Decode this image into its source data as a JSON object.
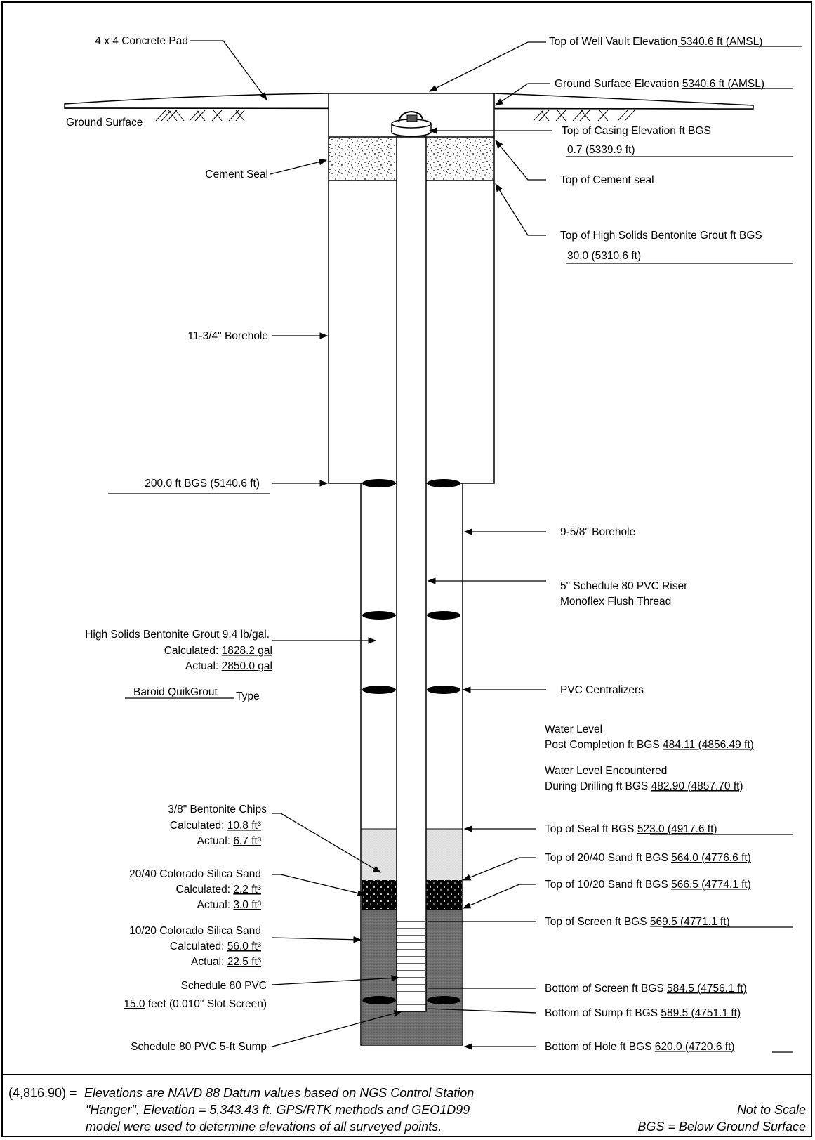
{
  "labels": {
    "concrete_pad": "4 x 4 Concrete Pad",
    "ground_surface": "Ground Surface",
    "cement_seal": "Cement Seal",
    "borehole_11": "11-3/4\" Borehole",
    "depth_200": "200.0 ft BGS (5140.6  ft)",
    "grout_title": "High Solids Bentonite Grout 9.4 lb/gal.",
    "grout_calc_label": "Calculated: ",
    "grout_calc_value": "1828.2 gal",
    "grout_actual_label": "Actual: ",
    "grout_actual_value": "2850.0 gal",
    "grout_type_value": "Baroid QuikGrout",
    "grout_type_label": "Type",
    "chips_title": "3/8\" Bentonite Chips",
    "chips_calc_label": "Calculated: ",
    "chips_calc_value": "10.8 ft³",
    "chips_actual_label": "Actual: ",
    "chips_actual_value": "6.7 ft³",
    "sand2040_title": "20/40 Colorado Silica Sand",
    "sand2040_calc_label": "Calculated: ",
    "sand2040_calc_value": "2.2 ft³",
    "sand2040_actual_label": "Actual: ",
    "sand2040_actual_value": "3.0 ft³",
    "sand1020_title": "10/20 Colorado Silica Sand",
    "sand1020_calc_label": "Calculated: ",
    "sand1020_calc_value": "56.0 ft³",
    "sand1020_actual_label": "Actual: ",
    "sand1020_actual_value": "22.5 ft³",
    "sch80": "Schedule 80 PVC",
    "screen_len_value": "15.0",
    "screen_len_label": " feet (0.010\" Slot Screen)",
    "sump": "Schedule 80 PVC 5-ft Sump",
    "vault_label": "Top of Well Vault Elevation ",
    "vault_value": "5340.6 ft (AMSL)",
    "gse_label": "Ground Surface Elevation ",
    "gse_value": "5340.6 ft (AMSL)",
    "toc_label": "Top of Casing Elevation ft BGS",
    "toc_value": "0.7 (5339.9 ft)",
    "top_cement": "Top of Cement seal",
    "top_grout_label": "Top of High Solids Bentonite Grout ft BGS",
    "top_grout_value": "30.0 (5310.6 ft)",
    "borehole_958": "9-5/8\" Borehole",
    "riser_line1": "5\" Schedule 80 PVC Riser",
    "riser_line2": "Monoflex Flush Thread",
    "centralizers": "PVC Centralizers",
    "wl_post_line1": "Water Level",
    "wl_post_line2": "Post Completion ft BGS ",
    "wl_post_value": "484.11 (4856.49 ft)",
    "wl_drill_line1": "Water Level Encountered",
    "wl_drill_line2": "During Drilling ft BGS ",
    "wl_drill_value": "482.90 (4857.70 ft)",
    "top_seal_label": "Top of Seal ft BGS ",
    "top_seal_value": "523.0 (4917.6 ft)",
    "top_2040_label": "Top of 20/40 Sand ft BGS ",
    "top_2040_value": "564.0 (4776.6 ft)",
    "top_1020_label": "Top of 10/20 Sand ft BGS ",
    "top_1020_value": "566.5 (4774.1 ft)",
    "top_screen_label": "Top of Screen ft BGS ",
    "top_screen_value": "569.5 (4771.1 ft)",
    "bot_screen_label": "Bottom of Screen ft BGS ",
    "bot_screen_value": "584.5 (4756.1 ft)",
    "bot_sump_label": "Bottom of Sump ft BGS ",
    "bot_sump_value": "589.5 (4751.1 ft)",
    "bot_hole_label": "Bottom of Hole ft BGS ",
    "bot_hole_value": "620.0 (4720.6 ft)"
  },
  "footnote": {
    "example": "(4,816.90) = ",
    "line1": "Elevations are NAVD 88 Datum values based on NGS Control Station",
    "line2": "\"Hanger\", Elevation = 5,343.43 ft. GPS/RTK methods and GEO1D99",
    "line3": "model were used to determine elevations of all surveyed points.",
    "scale": "Not to Scale",
    "bgs": "BGS = Below Ground Surface"
  },
  "colors": {
    "line": "#000000",
    "sand_light": "#dcdcdc",
    "sand_dark": "#6b6b6b",
    "fill_black": "#000000"
  }
}
